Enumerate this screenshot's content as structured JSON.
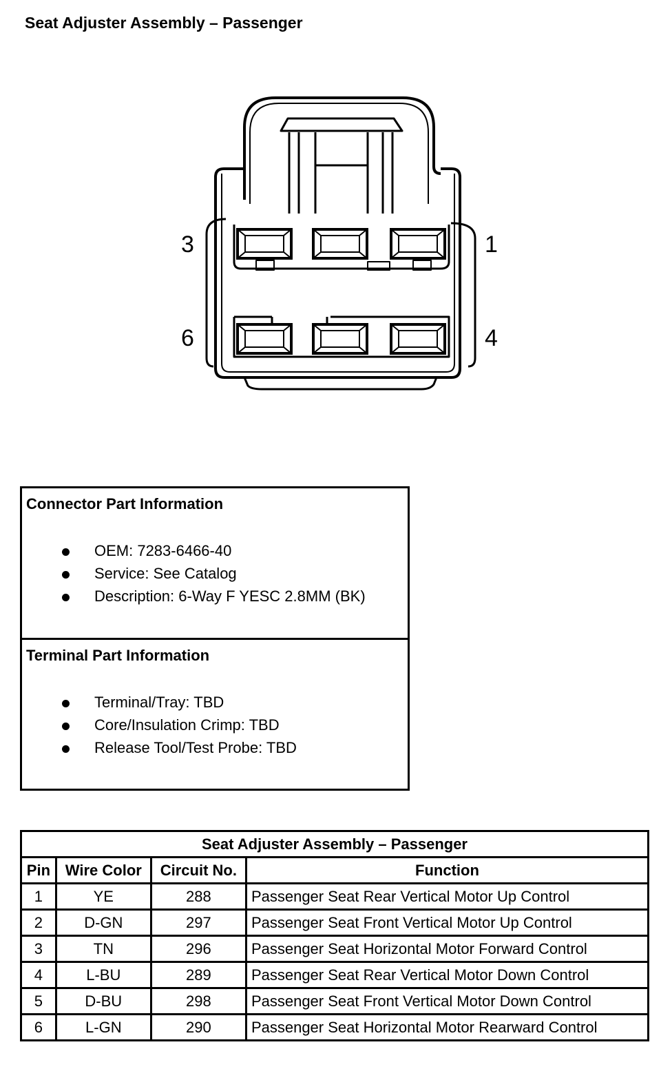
{
  "page": {
    "title": "Seat Adjuster Assembly – Passenger"
  },
  "connector": {
    "pin_labels": {
      "top_left": "3",
      "top_right": "1",
      "bottom_left": "6",
      "bottom_right": "4"
    }
  },
  "connector_info": {
    "title": "Connector Part Information",
    "items": [
      "OEM: 7283-6466-40",
      "Service: See Catalog",
      "Description: 6-Way F YESC 2.8MM (BK)"
    ]
  },
  "terminal_info": {
    "title": "Terminal Part Information",
    "items": [
      "Terminal/Tray: TBD",
      "Core/Insulation Crimp: TBD",
      "Release Tool/Test Probe: TBD"
    ]
  },
  "pin_table": {
    "title": "Seat Adjuster Assembly – Passenger",
    "headers": [
      "Pin",
      "Wire Color",
      "Circuit No.",
      "Function"
    ],
    "rows": [
      [
        "1",
        "YE",
        "288",
        "Passenger Seat Rear Vertical Motor Up Control"
      ],
      [
        "2",
        "D-GN",
        "297",
        "Passenger Seat Front Vertical Motor Up Control"
      ],
      [
        "3",
        "TN",
        "296",
        "Passenger Seat Horizontal Motor Forward Control"
      ],
      [
        "4",
        "L-BU",
        "289",
        "Passenger Seat Rear Vertical Motor Down Control"
      ],
      [
        "5",
        "D-BU",
        "298",
        "Passenger Seat Front Vertical Motor Down Control"
      ],
      [
        "6",
        "L-GN",
        "290",
        "Passenger Seat Horizontal Motor Rearward Control"
      ]
    ]
  }
}
